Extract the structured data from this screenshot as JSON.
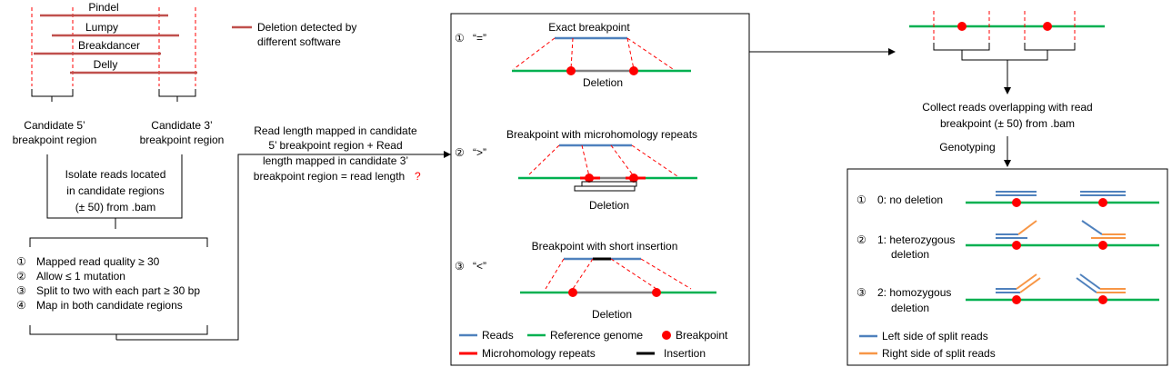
{
  "software": {
    "pindel": "Pindel",
    "lumpy": "Lumpy",
    "breakdancer": "Breakdancer",
    "delly": "Delly",
    "legend_line1": "Deletion detected by",
    "legend_line2": "different software"
  },
  "candidate": {
    "left_line1": "Candidate 5’",
    "left_line2": "breakpoint region",
    "right_line1": "Candidate  3’",
    "right_line2": "breakpoint region"
  },
  "isolate": {
    "line1": "Isolate reads located",
    "line2": "in candidate regions",
    "line3": "(± 50) from .bam"
  },
  "criteria": {
    "items": [
      {
        "num": "①",
        "text": "Mapped read  quality ≥ 30"
      },
      {
        "num": "②",
        "text": "Allow ≤ 1 mutation"
      },
      {
        "num": "③",
        "text": "Split to two with each part ≥ 30 bp"
      },
      {
        "num": "④",
        "text": "Map in both candidate regions"
      }
    ]
  },
  "read_length": {
    "line1": "Read length mapped in candidate",
    "line2": "5’ breakpoint region + Read",
    "line3": "length mapped in candidate 3’",
    "line4": "breakpoint region = read length",
    "question": "?"
  },
  "middle_panel": {
    "case1": {
      "num": "①",
      "sym": "“=”",
      "title": "Exact breakpoint",
      "label": "Deletion"
    },
    "case2": {
      "num": "②",
      "sym": "“>”",
      "title": "Breakpoint with microhomology repeats",
      "label": "Deletion"
    },
    "case3": {
      "num": "③",
      "sym": "“<”",
      "title": "Breakpoint with short insertion",
      "label": "Deletion"
    },
    "legend": {
      "reads": "Reads",
      "reference": "Reference genome",
      "breakpoint": "Breakpoint",
      "microhomology": "Microhomology repeats",
      "insertion": "Insertion"
    }
  },
  "right_top": {
    "collect_line1": "Collect reads overlapping with read",
    "collect_line2": "breakpoint (± 50) from .bam",
    "genotyping": "Genotyping"
  },
  "right_panel": {
    "g0": {
      "num": "①",
      "text": "0: no deletion"
    },
    "g1": {
      "num": "②",
      "line1": "1: heterozygous",
      "line2": "deletion"
    },
    "g2": {
      "num": "③",
      "line1": "2: homozygous",
      "line2": "deletion"
    },
    "legend_left": "Left side of split reads",
    "legend_right": "Right side of split reads"
  },
  "colors": {
    "deletion": "#c0504d",
    "reads": "#4f81bd",
    "reference": "#00b050",
    "breakpoint": "#ff0000",
    "microhomology": "#ff0000",
    "insertion": "#000000",
    "deleted": "#808080",
    "right_reads": "#f79646"
  }
}
